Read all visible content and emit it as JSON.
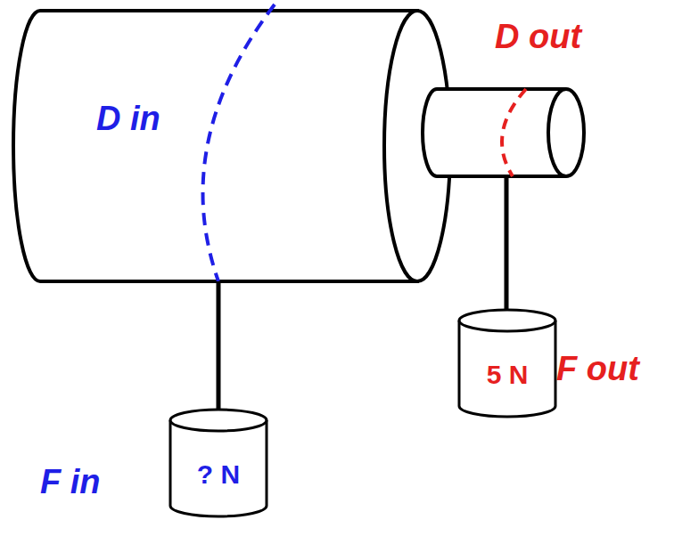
{
  "diagram": {
    "nodes": [
      {
        "text": [
          "5 N"
        ]
      },
      {
        "text": [
          "? N"
        ]
      }
    ],
    "labels": [
      "D out",
      "D in",
      "F out",
      "F in"
    ]
  }
}
